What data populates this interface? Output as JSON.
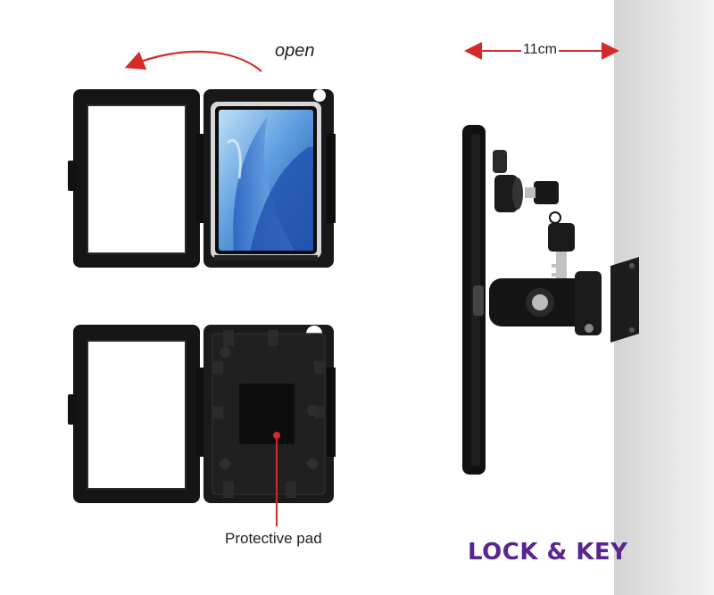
{
  "labels": {
    "open": "open",
    "dimension": "11cm",
    "protective_pad": "Protective pad",
    "lock_and_key": "LOCK & KEY"
  },
  "colors": {
    "accent_red": "#d62a2a",
    "lock_key_purple": "#5a2591",
    "enclosure_black": "#151515"
  },
  "icons": {
    "open_arrow": "curved-arrow-left",
    "dimension_arrow": "double-headed-arrow"
  }
}
